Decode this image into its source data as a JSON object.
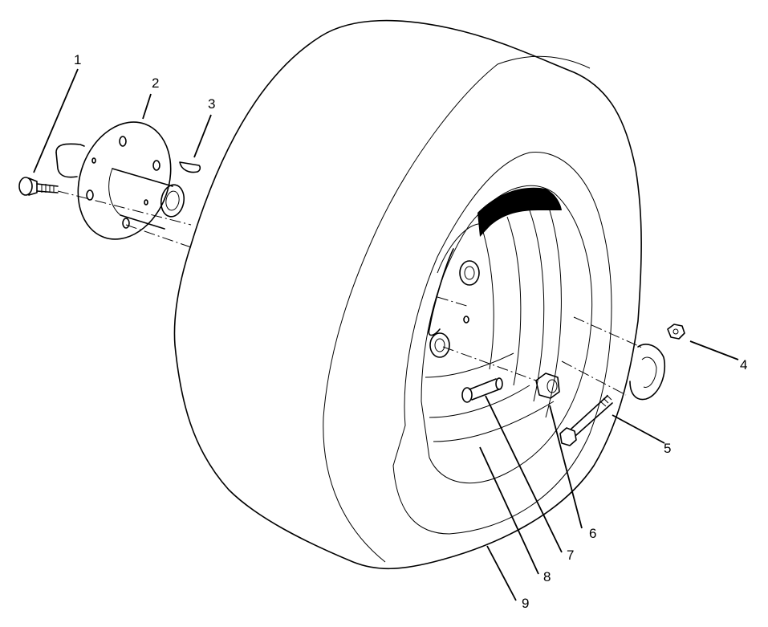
{
  "diagram": {
    "type": "exploded-parts-diagram",
    "subject": "wheel assembly",
    "callouts": [
      {
        "id": "1",
        "label": "1"
      },
      {
        "id": "2",
        "label": "2"
      },
      {
        "id": "3",
        "label": "3"
      },
      {
        "id": "4",
        "label": "4"
      },
      {
        "id": "5",
        "label": "5"
      },
      {
        "id": "6",
        "label": "6"
      },
      {
        "id": "7",
        "label": "7"
      },
      {
        "id": "8",
        "label": "8"
      },
      {
        "id": "9",
        "label": "9"
      }
    ]
  }
}
